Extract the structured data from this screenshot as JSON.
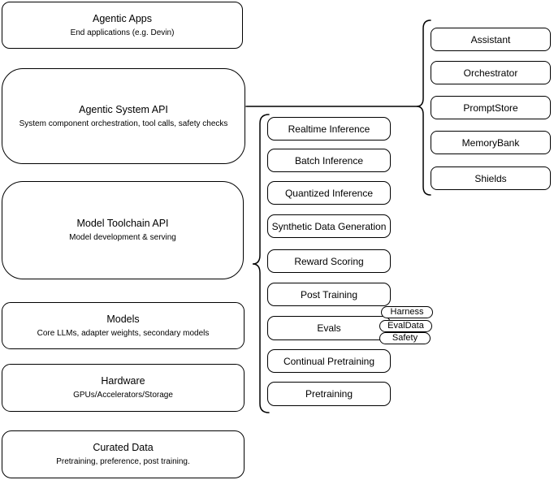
{
  "diagram": {
    "background": "#ffffff",
    "stroke_color": "#000000",
    "text_color": "#000000"
  },
  "left": [
    {
      "title": "Agentic Apps",
      "subtitle": "End applications (e.g. Devin)"
    },
    {
      "title": "Agentic System API",
      "subtitle": "System component orchestration, tool calls, safety checks"
    },
    {
      "title": "Model Toolchain API",
      "subtitle": "Model development & serving"
    },
    {
      "title": "Models",
      "subtitle": "Core LLMs, adapter weights, secondary models"
    },
    {
      "title": "Hardware",
      "subtitle": "GPUs/Accelerators/Storage"
    },
    {
      "title": "Curated Data",
      "subtitle": "Pretraining, preference, post training."
    }
  ],
  "toolchain_services": [
    {
      "label": "Realtime Inference"
    },
    {
      "label": "Batch Inference"
    },
    {
      "label": "Quantized Inference"
    },
    {
      "label": "Synthetic Data Generation"
    },
    {
      "label": "Reward Scoring"
    },
    {
      "label": "Post Training"
    },
    {
      "label": "Evals"
    },
    {
      "label": "Continual Pretraining"
    },
    {
      "label": "Pretraining"
    }
  ],
  "eval_badges": [
    {
      "label": "Harness"
    },
    {
      "label": "EvalData"
    },
    {
      "label": "Safety"
    }
  ],
  "system_components": [
    {
      "label": "Assistant"
    },
    {
      "label": "Orchestrator"
    },
    {
      "label": "PromptStore"
    },
    {
      "label": "MemoryBank"
    },
    {
      "label": "Shields"
    }
  ]
}
